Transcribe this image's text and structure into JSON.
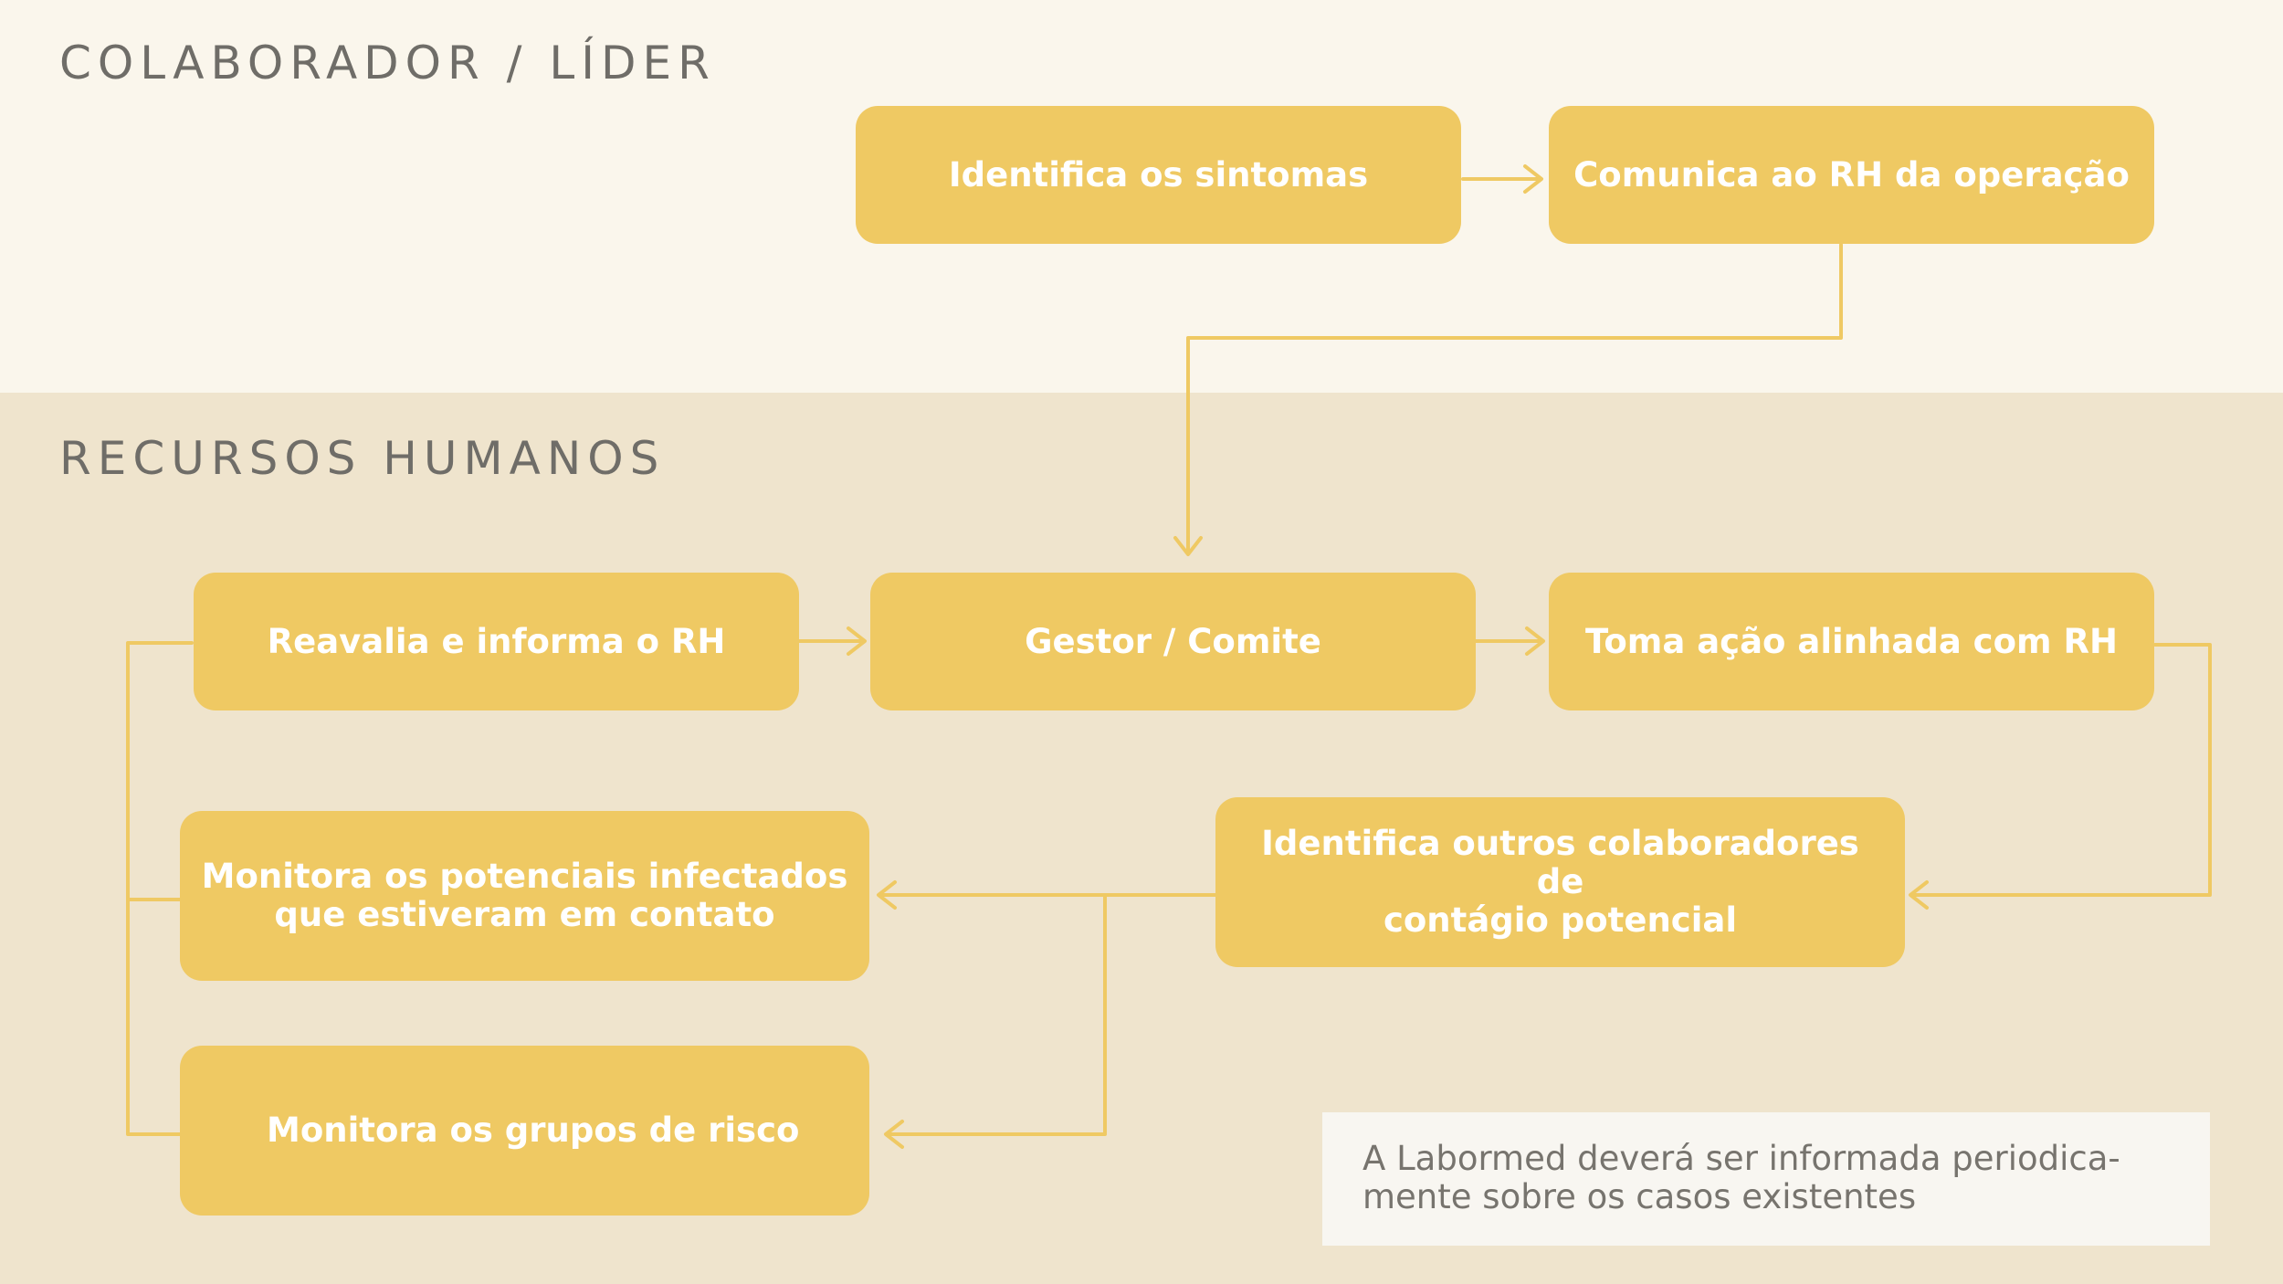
{
  "lanes": {
    "top_title": "COLABORADOR / LÍDER",
    "bottom_title": "RECURSOS HUMANOS"
  },
  "nodes": {
    "identifica_sintomas": "Identifica os sintomas",
    "comunica_rh": "Comunica ao RH da operação",
    "reavalia": "Reavalia e informa o RH",
    "gestor": "Gestor / Comite",
    "toma_acao": "Toma ação alinhada com RH",
    "identifica_outros_1": "Identifica outros colaboradores de",
    "identifica_outros_2": "contágio potencial",
    "monitora_potenciais_1": "Monitora os potenciais infectados",
    "monitora_potenciais_2": "que estiveram em contato",
    "monitora_grupos": "Monitora os grupos de risco"
  },
  "note": {
    "line1": "A Labormed deverá ser informada periodica-",
    "line2": "mente sobre os casos existentes"
  },
  "colors": {
    "node_fill": "#efc963",
    "top_band": "#faf6ec",
    "bottom_band": "#efe4cd",
    "connector": "#efc963"
  }
}
